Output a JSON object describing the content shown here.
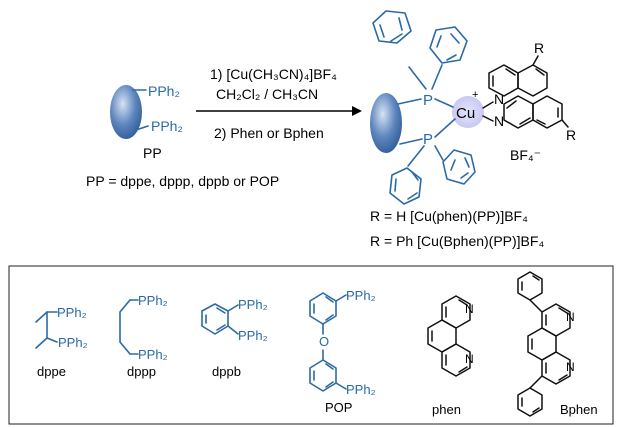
{
  "scheme": {
    "reactant": {
      "pph2_top": "PPh₂",
      "pph2_bottom": "PPh₂",
      "label": "PP",
      "definition": "PP = dppe, dppp, dppb or POP"
    },
    "arrow": {
      "step1": "1) [Cu(CH₃CN)₄]BF₄",
      "step1b": "CH₂Cl₂ / CH₃CN",
      "step2": "2) Phen or Bphen"
    },
    "product": {
      "atom_p_top": "P",
      "atom_p_bottom": "P",
      "atom_cu": "Cu",
      "charge": "+",
      "atom_n_top": "N",
      "atom_n_bottom": "N",
      "r_top": "R",
      "r_bottom": "R",
      "counterion": "BF₄⁻",
      "legend_line1": "R = H [Cu(phen)(PP)]BF₄",
      "legend_line2": "R = Ph [Cu(Bphen)(PP)]BF₄"
    },
    "ligands": {
      "dppe": {
        "pph2_a": "PPh₂",
        "pph2_b": "PPh₂",
        "name": "dppe"
      },
      "dppp": {
        "pph2_a": "PPh₂",
        "pph2_b": "PPh₂",
        "name": "dppp"
      },
      "dppb": {
        "pph2_a": "PPh₂",
        "pph2_b": "PPh₂",
        "name": "dppb"
      },
      "pop": {
        "pph2_a": "PPh₂",
        "pph2_b": "PPh₂",
        "atom_o": "O",
        "name": "POP"
      },
      "phen": {
        "name": "phen"
      },
      "bphen": {
        "name": "Bphen"
      }
    }
  }
}
